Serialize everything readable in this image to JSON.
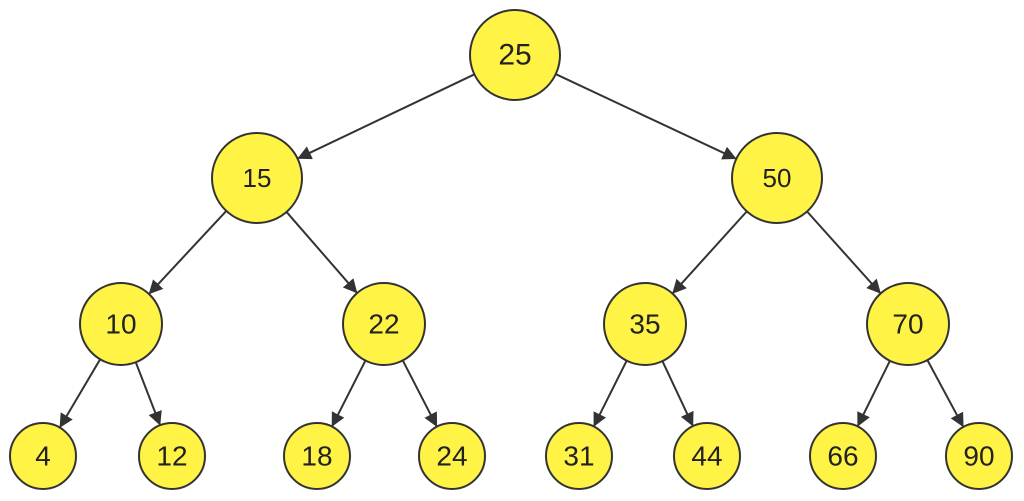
{
  "tree": {
    "node_fill": "#fff345",
    "node_stroke": "#333333",
    "edge_color": "#333333",
    "nodes": [
      {
        "id": "n25",
        "label": "25"
      },
      {
        "id": "n15",
        "label": "15"
      },
      {
        "id": "n50",
        "label": "50"
      },
      {
        "id": "n10",
        "label": "10"
      },
      {
        "id": "n22",
        "label": "22"
      },
      {
        "id": "n35",
        "label": "35"
      },
      {
        "id": "n70",
        "label": "70"
      },
      {
        "id": "n4",
        "label": "4"
      },
      {
        "id": "n12",
        "label": "12"
      },
      {
        "id": "n18",
        "label": "18"
      },
      {
        "id": "n24",
        "label": "24"
      },
      {
        "id": "n31",
        "label": "31"
      },
      {
        "id": "n44",
        "label": "44"
      },
      {
        "id": "n66",
        "label": "66"
      },
      {
        "id": "n90",
        "label": "90"
      }
    ],
    "edges": [
      {
        "from": "n25",
        "to": "n15"
      },
      {
        "from": "n25",
        "to": "n50"
      },
      {
        "from": "n15",
        "to": "n10"
      },
      {
        "from": "n15",
        "to": "n22"
      },
      {
        "from": "n50",
        "to": "n35"
      },
      {
        "from": "n50",
        "to": "n70"
      },
      {
        "from": "n10",
        "to": "n4"
      },
      {
        "from": "n10",
        "to": "n12"
      },
      {
        "from": "n22",
        "to": "n18"
      },
      {
        "from": "n22",
        "to": "n24"
      },
      {
        "from": "n35",
        "to": "n31"
      },
      {
        "from": "n35",
        "to": "n44"
      },
      {
        "from": "n70",
        "to": "n66"
      },
      {
        "from": "n70",
        "to": "n90"
      }
    ]
  }
}
